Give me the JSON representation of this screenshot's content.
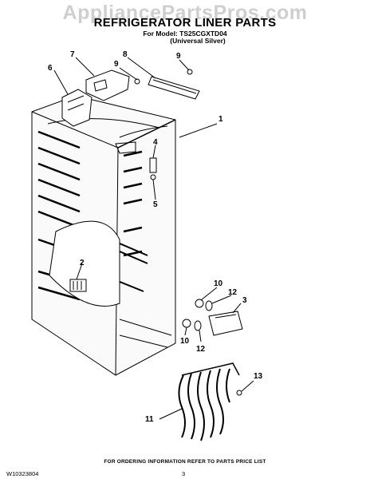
{
  "watermark": "AppliancePartsPros.com",
  "title": "REFRIGERATOR LINER PARTS",
  "model_line": "For Model: TS25CGXTD04",
  "model_variant": "(Universal Silver)",
  "callouts": [
    "1",
    "2",
    "3",
    "4",
    "5",
    "6",
    "7",
    "8",
    "9",
    "9",
    "10",
    "10",
    "11",
    "12",
    "12",
    "13"
  ],
  "footer_note": "FOR ORDERING INFORMATION REFER TO PARTS PRICE LIST",
  "doc_number": "W10323804",
  "page_number": "3"
}
